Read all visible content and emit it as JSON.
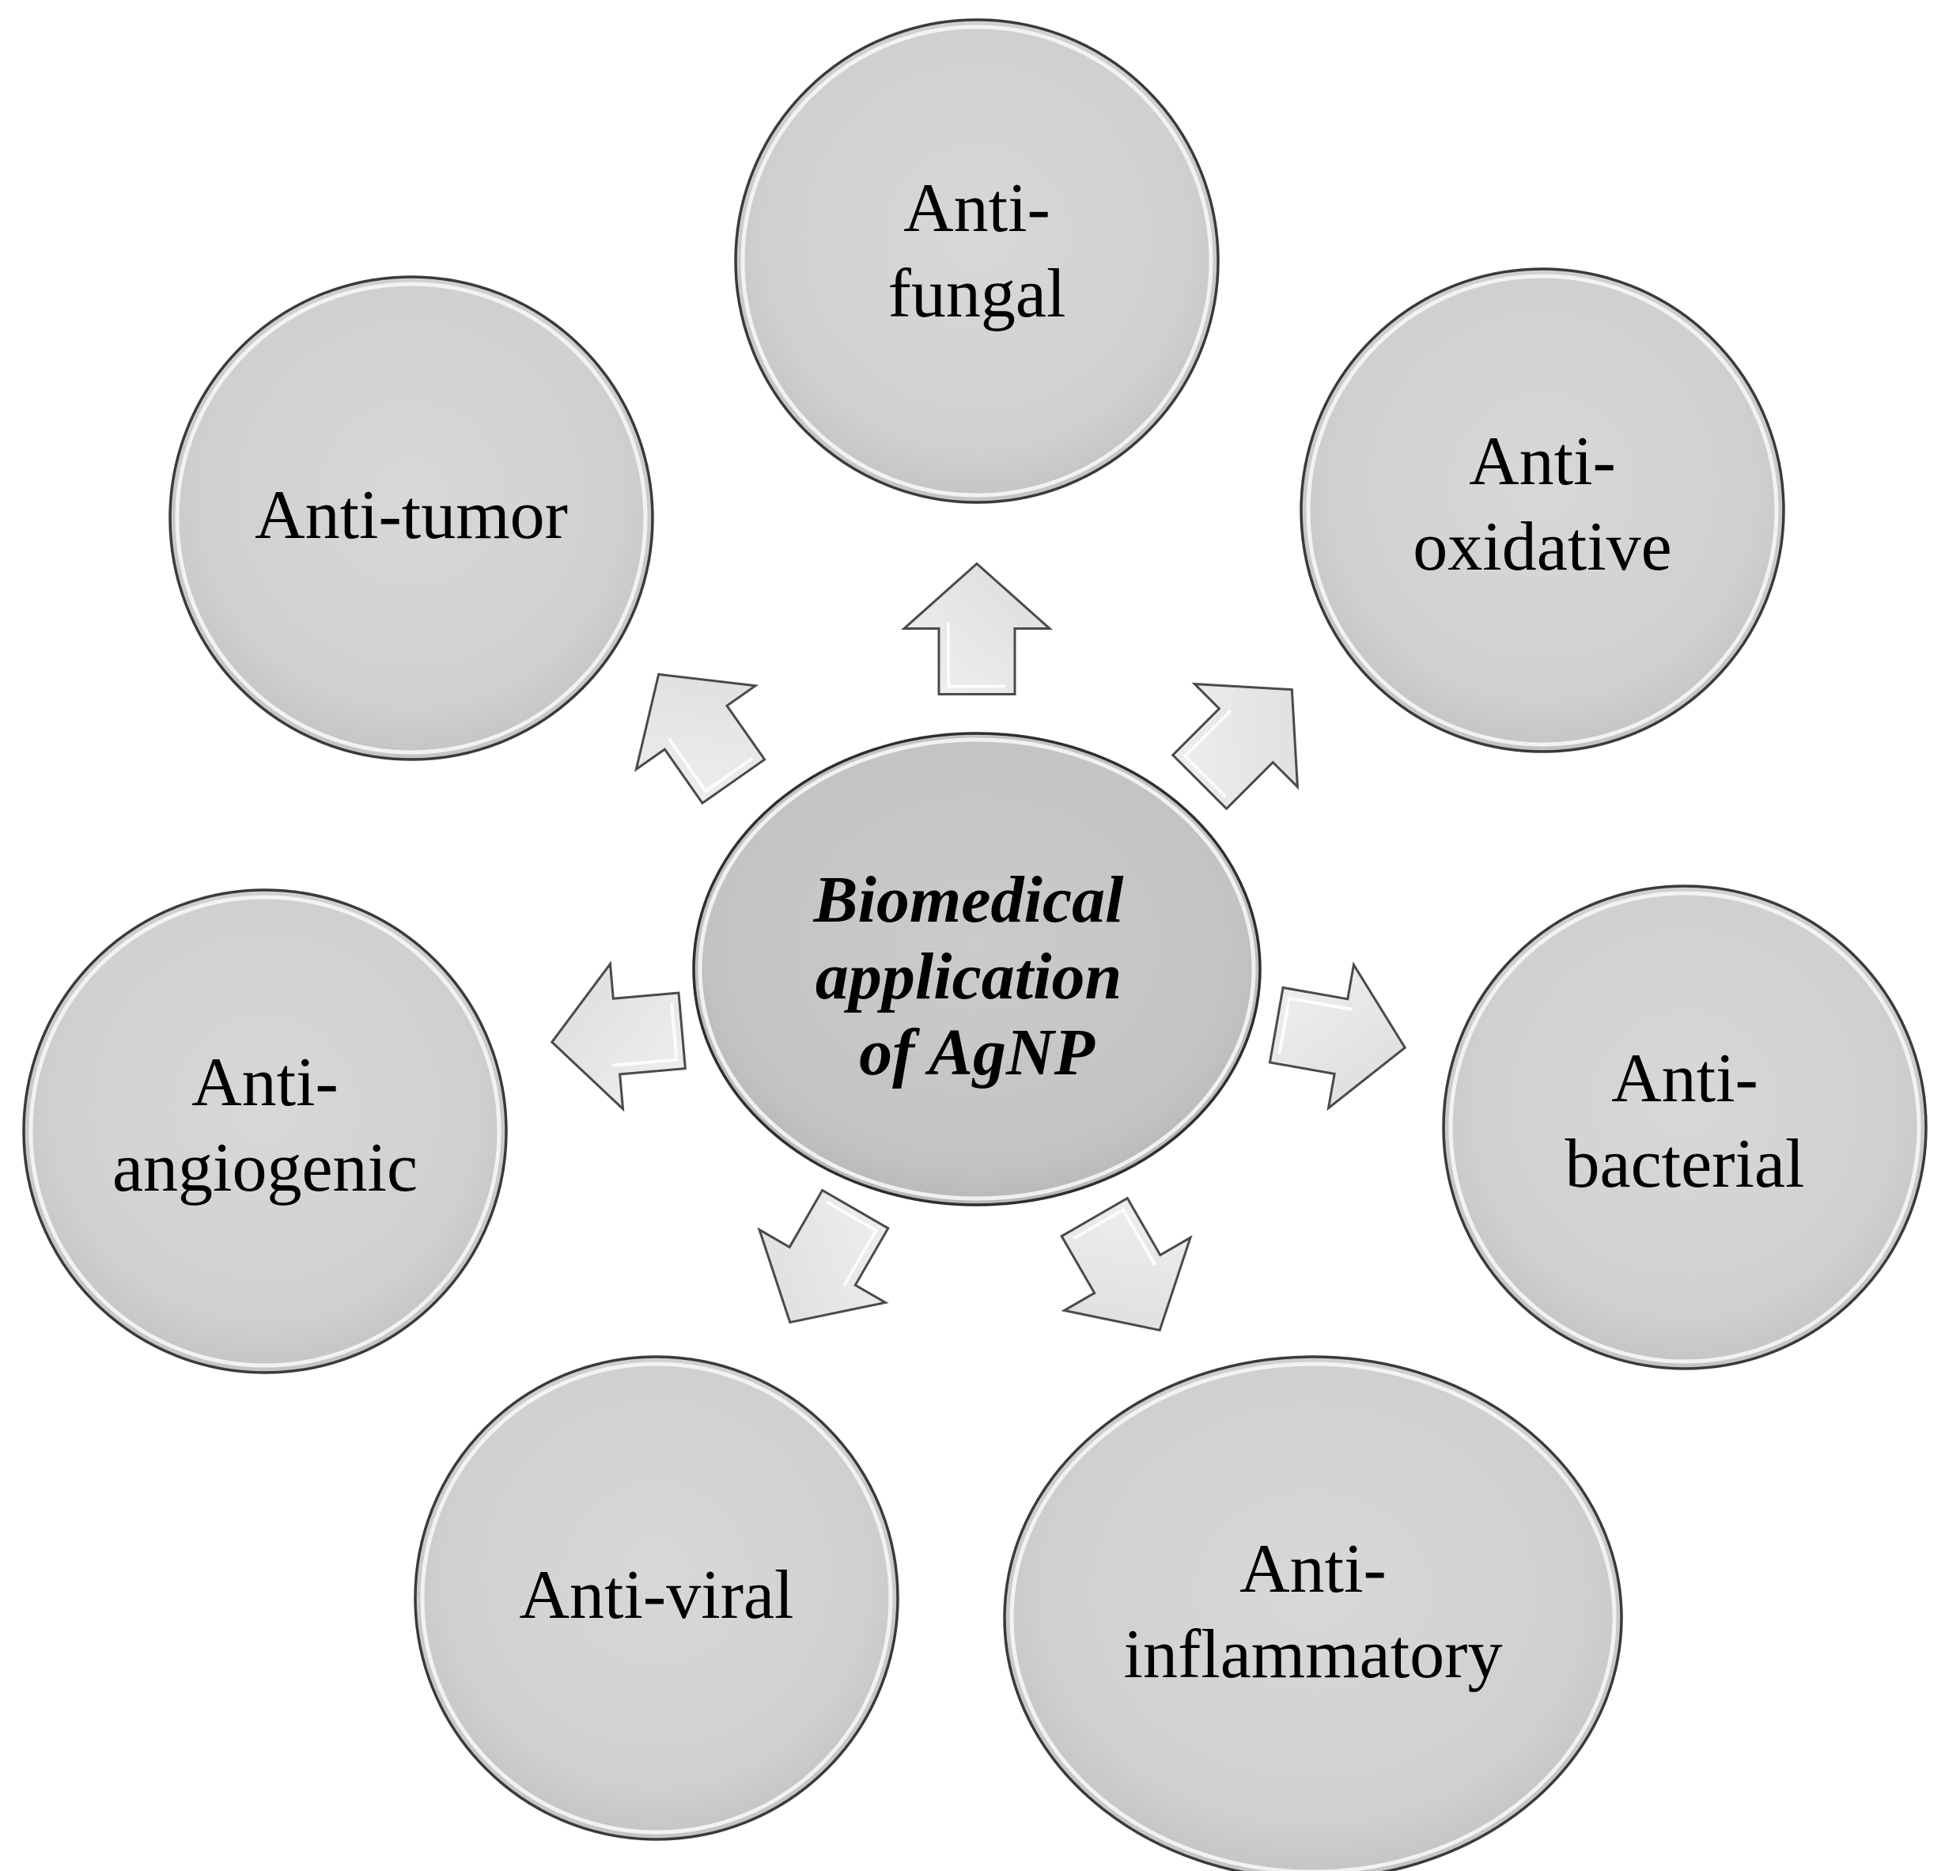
{
  "center": {
    "lines": [
      "Biomedical",
      "application",
      "of AgNP"
    ]
  },
  "nodes": [
    {
      "id": "anti-fungal",
      "lines": [
        "Anti-",
        "fungal"
      ]
    },
    {
      "id": "anti-oxidative",
      "lines": [
        "Anti-",
        "oxidative"
      ]
    },
    {
      "id": "anti-bacterial",
      "lines": [
        "Anti-",
        "bacterial"
      ]
    },
    {
      "id": "anti-inflammatory",
      "lines": [
        "Anti-",
        "inflammatory"
      ]
    },
    {
      "id": "anti-viral",
      "lines": [
        "Anti-viral"
      ]
    },
    {
      "id": "anti-angiogenic",
      "lines": [
        "Anti-",
        "angiogenic"
      ]
    },
    {
      "id": "anti-tumor",
      "lines": [
        "Anti-tumor"
      ]
    }
  ],
  "colors": {
    "bubble_fill": "#d2d2d2",
    "center_fill": "#c6c6c6",
    "arrow_fill": "#e6e6e6",
    "outline": "#3a3a3a"
  }
}
